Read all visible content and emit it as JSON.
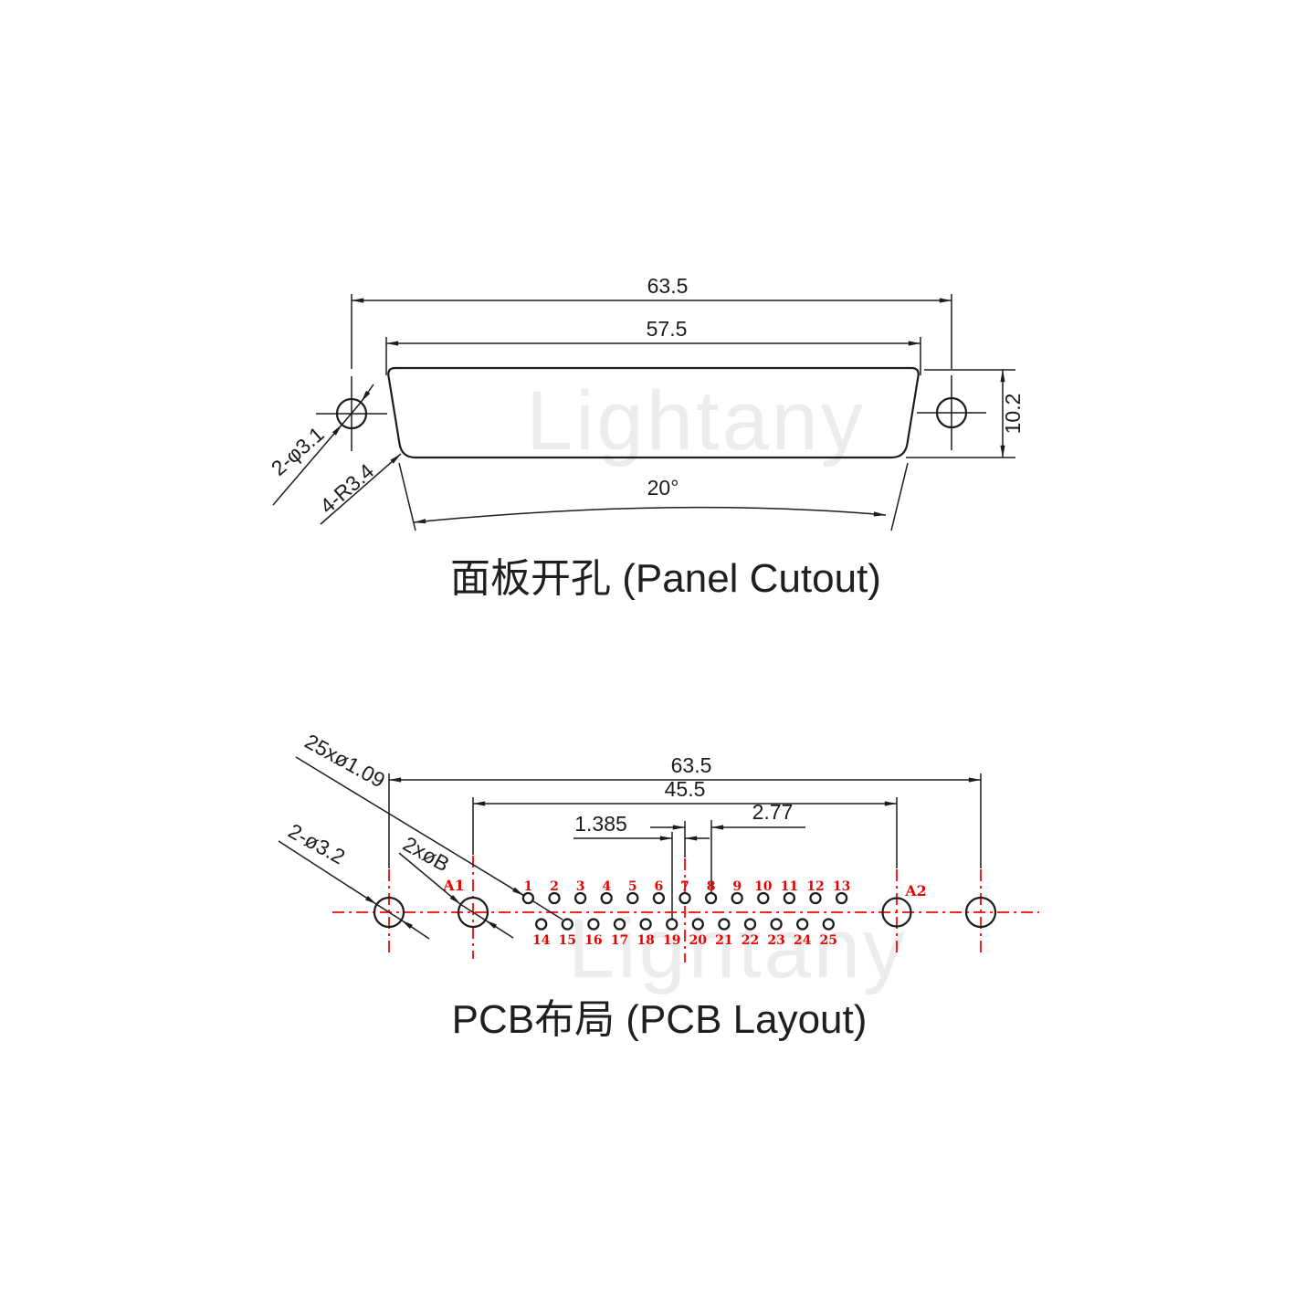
{
  "colors": {
    "ink": "#1c1c1c",
    "red_line": "#fb0605",
    "red_text": "#e80200",
    "watermark": "#ececec"
  },
  "watermark": {
    "text": "Lightany"
  },
  "panel_cutout": {
    "title": "面板开孔 (Panel Cutout)",
    "dim_width_outer": "63.5",
    "dim_width_inner": "57.5",
    "dim_height": "10.2",
    "dim_angle": "20°",
    "holes_label": "2-φ3.1",
    "corner_label": "4-R3.4"
  },
  "pcb_layout": {
    "title": "PCB布局 (PCB Layout)",
    "dim_width_outer": "63.5",
    "dim_mount_span": "45.5",
    "dim_pitch": "2.77",
    "dim_half_pitch": "1.385",
    "pins_label": "25xø1.09",
    "mount_holes_label": "2-ø3.2",
    "shell_holes_label": "2xøB",
    "ref_a1": "A1",
    "ref_a2": "A2",
    "pin_numbers_top": [
      "1",
      "2",
      "3",
      "4",
      "5",
      "6",
      "7",
      "8",
      "9",
      "10",
      "11",
      "12",
      "13"
    ],
    "pin_numbers_bottom": [
      "14",
      "15",
      "16",
      "17",
      "18",
      "19",
      "20",
      "21",
      "22",
      "23",
      "24",
      "25"
    ]
  }
}
